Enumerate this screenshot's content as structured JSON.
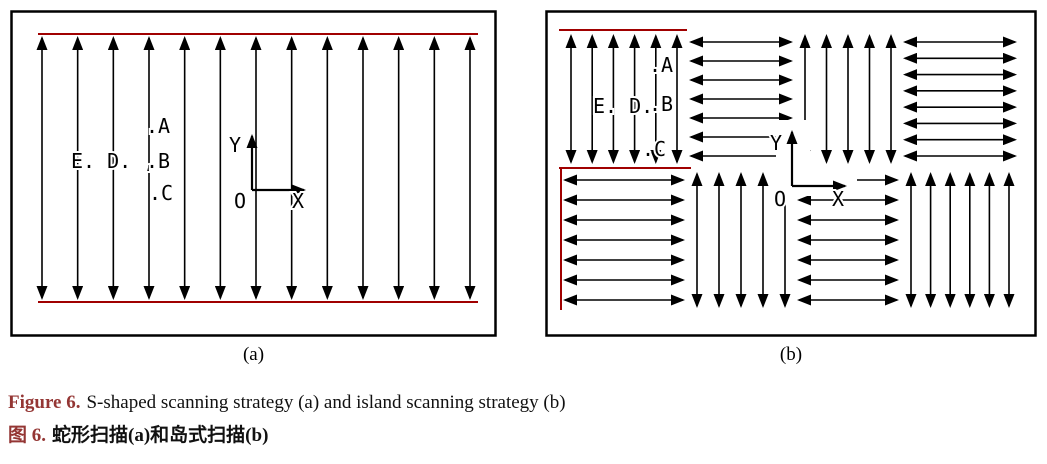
{
  "figure": {
    "panel_a": {
      "sublabel": "(a)",
      "annotations": {
        "ed": "E. D. ,",
        "a": ".A",
        "b": ".B",
        "c": ".C"
      },
      "axes": {
        "origin": "O",
        "x": "X",
        "y": "Y"
      },
      "scan": {
        "orientation": "vertical",
        "line_count": 13,
        "arrowheads": "both-ends"
      }
    },
    "panel_b": {
      "sublabel": "(b)",
      "annotations": {
        "ed": "E. D.",
        "a": ".A",
        "b": ".B",
        "c": ".C"
      },
      "axes": {
        "origin": "O",
        "x": "X",
        "y": "Y"
      },
      "islands": [
        {
          "row": 1,
          "col": 1,
          "orientation": "vertical",
          "lines": 6
        },
        {
          "row": 1,
          "col": 2,
          "orientation": "horizontal",
          "lines": 7
        },
        {
          "row": 1,
          "col": 3,
          "orientation": "vertical",
          "lines": 5
        },
        {
          "row": 1,
          "col": 4,
          "orientation": "horizontal",
          "lines": 8
        },
        {
          "row": 2,
          "col": 1,
          "orientation": "horizontal",
          "lines": 7
        },
        {
          "row": 2,
          "col": 2,
          "orientation": "vertical",
          "lines": 5
        },
        {
          "row": 2,
          "col": 3,
          "orientation": "horizontal",
          "lines": 7
        },
        {
          "row": 2,
          "col": 4,
          "orientation": "vertical",
          "lines": 6
        }
      ]
    },
    "caption_en": {
      "label": "Figure 6.",
      "text": "S-shaped scanning strategy (a) and island scanning strategy (b)"
    },
    "caption_zh": {
      "label": "图 6.",
      "text": "蛇形扫描(a)和岛式扫描(b)"
    },
    "colors": {
      "contour": "#a00000",
      "caption_label": "#943634",
      "line": "#000000"
    }
  }
}
